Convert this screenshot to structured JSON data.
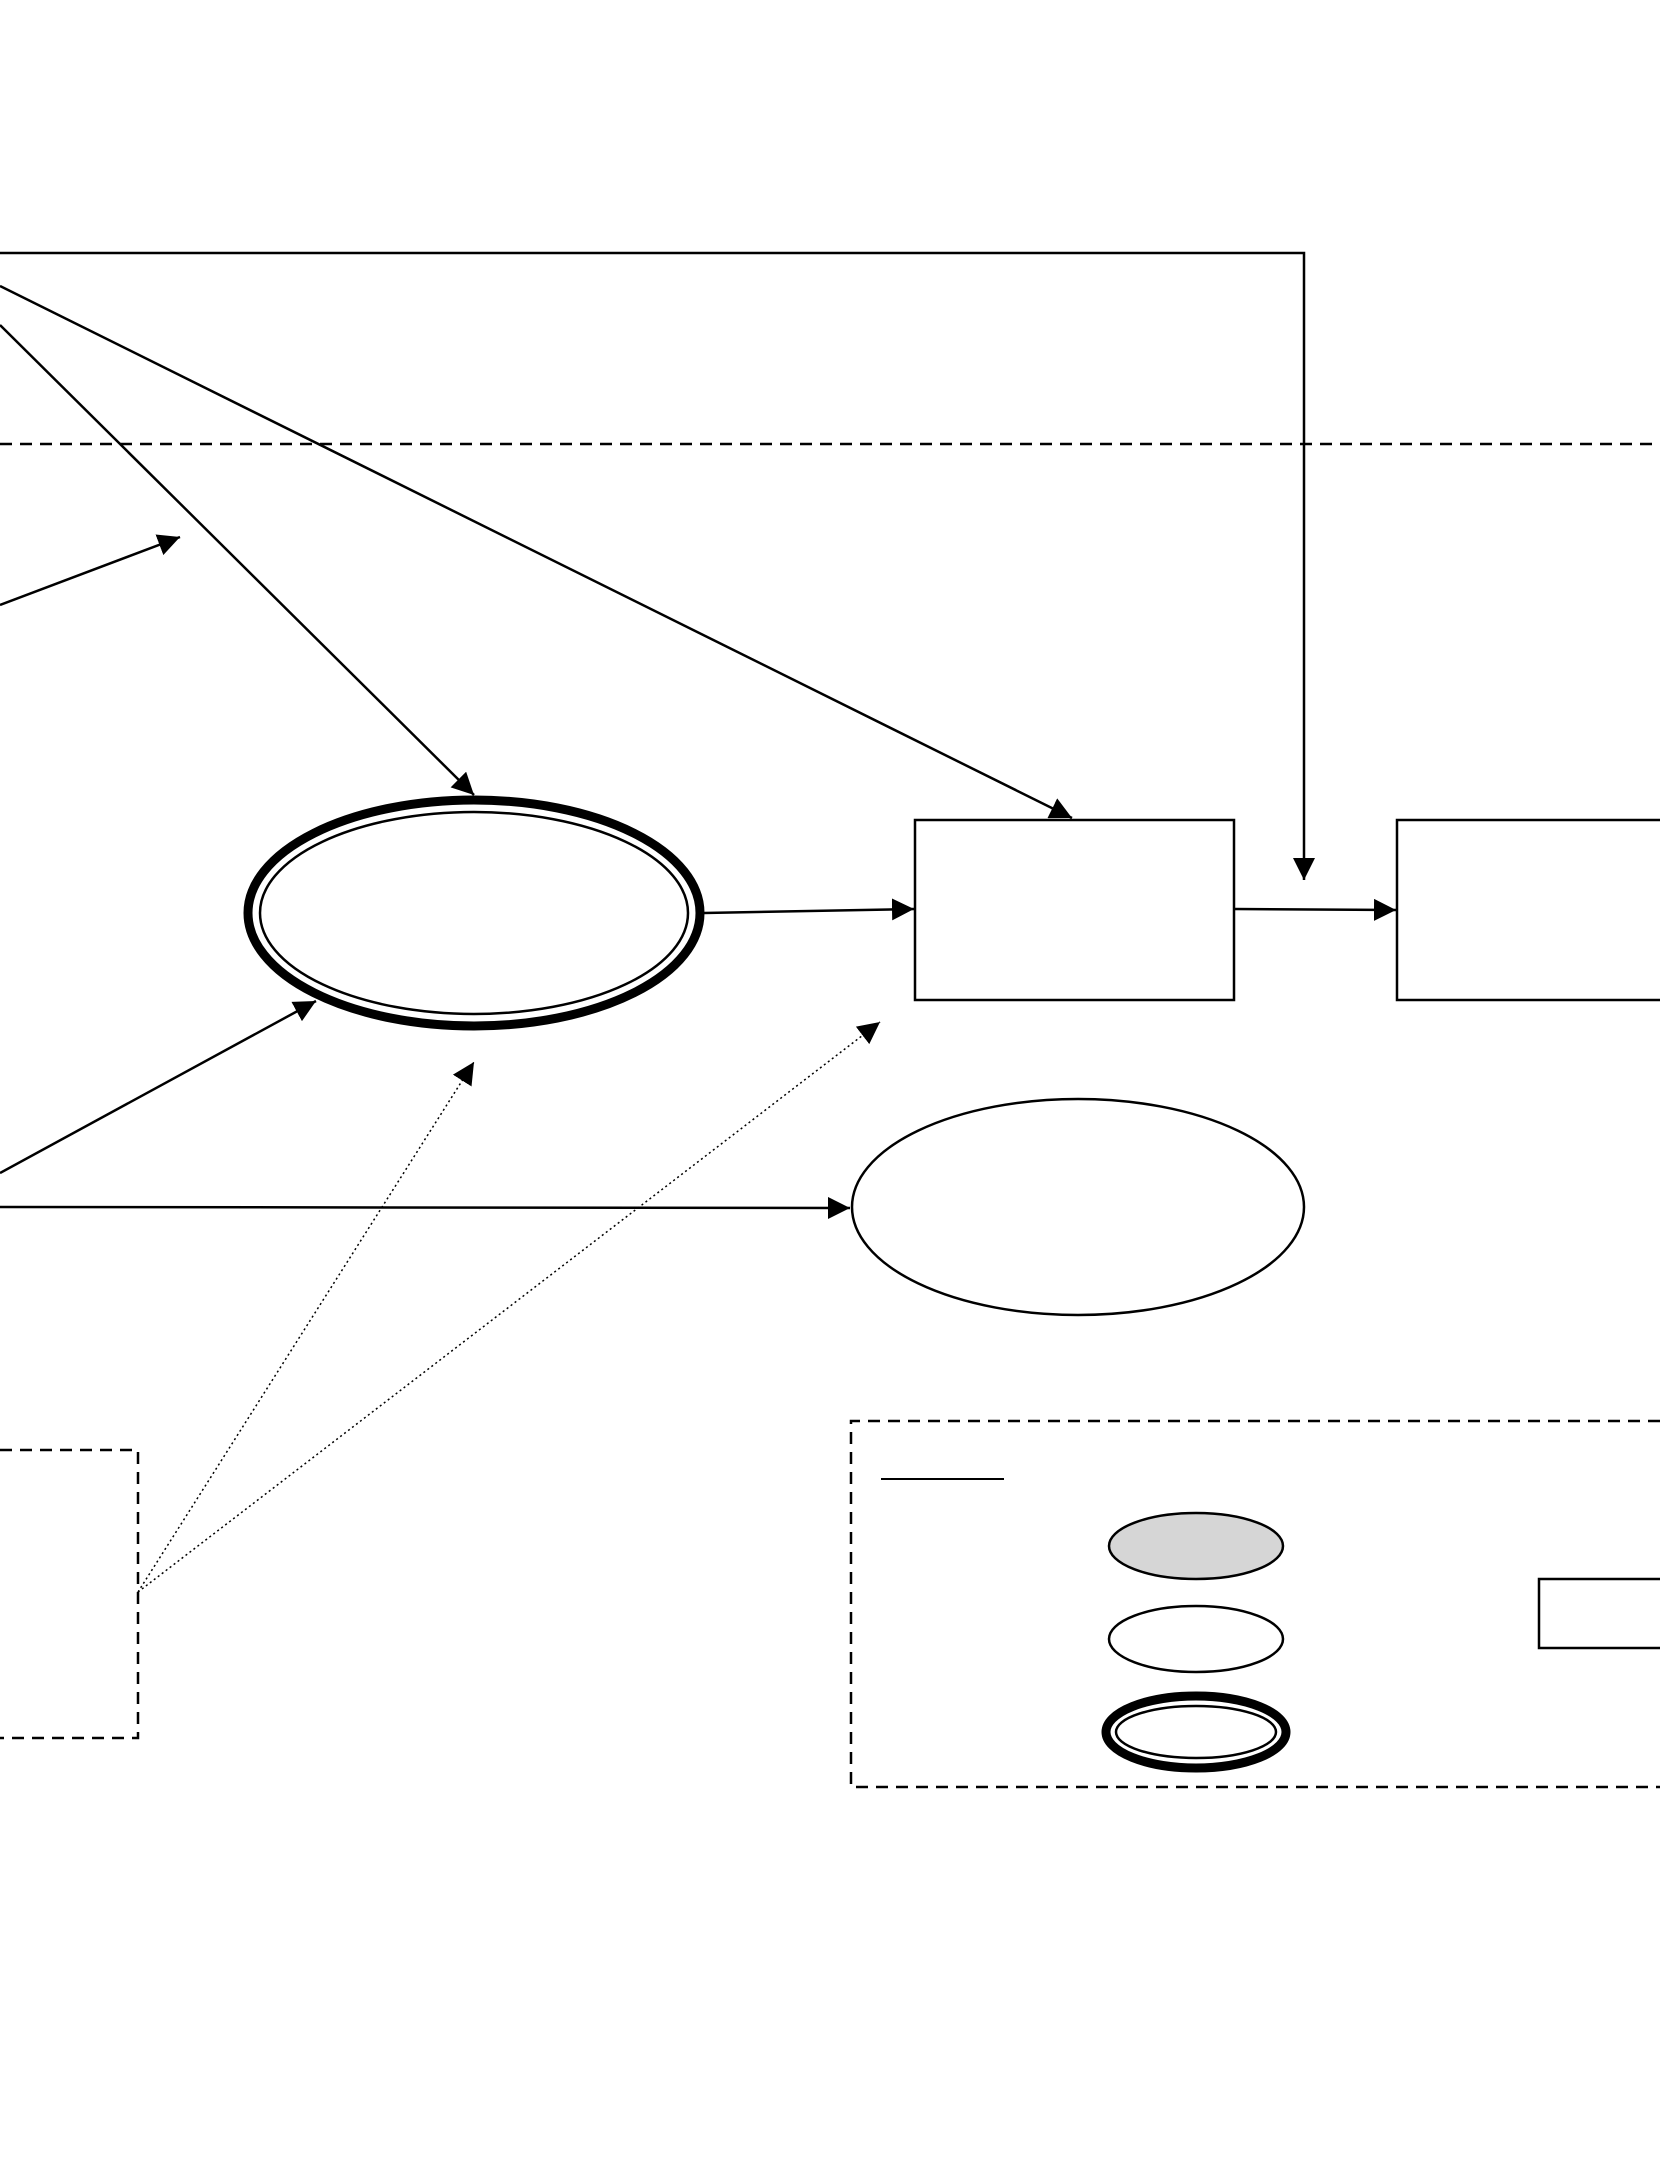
{
  "diagram": {
    "labels": [],
    "colors": {
      "line": "#000000",
      "background": "#ffffff",
      "observed_fill": "#d6d6d6"
    },
    "legend": {
      "title": "",
      "symbols": [
        "grey-ellipse",
        "plain-ellipse",
        "double-outline-ellipse",
        "rectangle"
      ]
    }
  }
}
